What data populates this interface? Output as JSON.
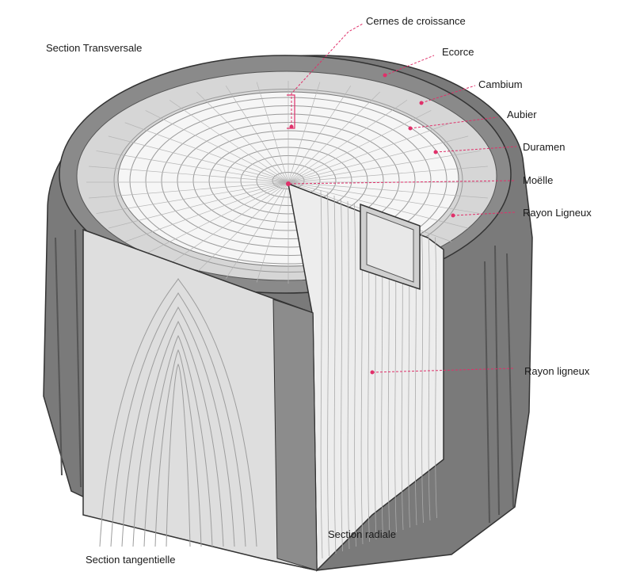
{
  "labels": {
    "section_transversale": "Section Transversale",
    "cernes": "Cernes de croissance",
    "ecorce": "Ecorce",
    "cambium": "Cambium",
    "aubier": "Aubier",
    "duramen": "Duramen",
    "moelle": "Moëlle",
    "rayon_ligneux_top": "Rayon Ligneux",
    "rayon_ligneux_side": "Rayon ligneux",
    "section_radiale": "Section radiale",
    "section_tangentielle": "Section tangentielle"
  },
  "colors": {
    "bark": "#6f6f6f",
    "bark_dark": "#4e4e4e",
    "sapwood": "#d8d8d8",
    "heartwood": "#f4f4f4",
    "wood_face": "#dcdcdc",
    "leader": "#e0306a"
  }
}
